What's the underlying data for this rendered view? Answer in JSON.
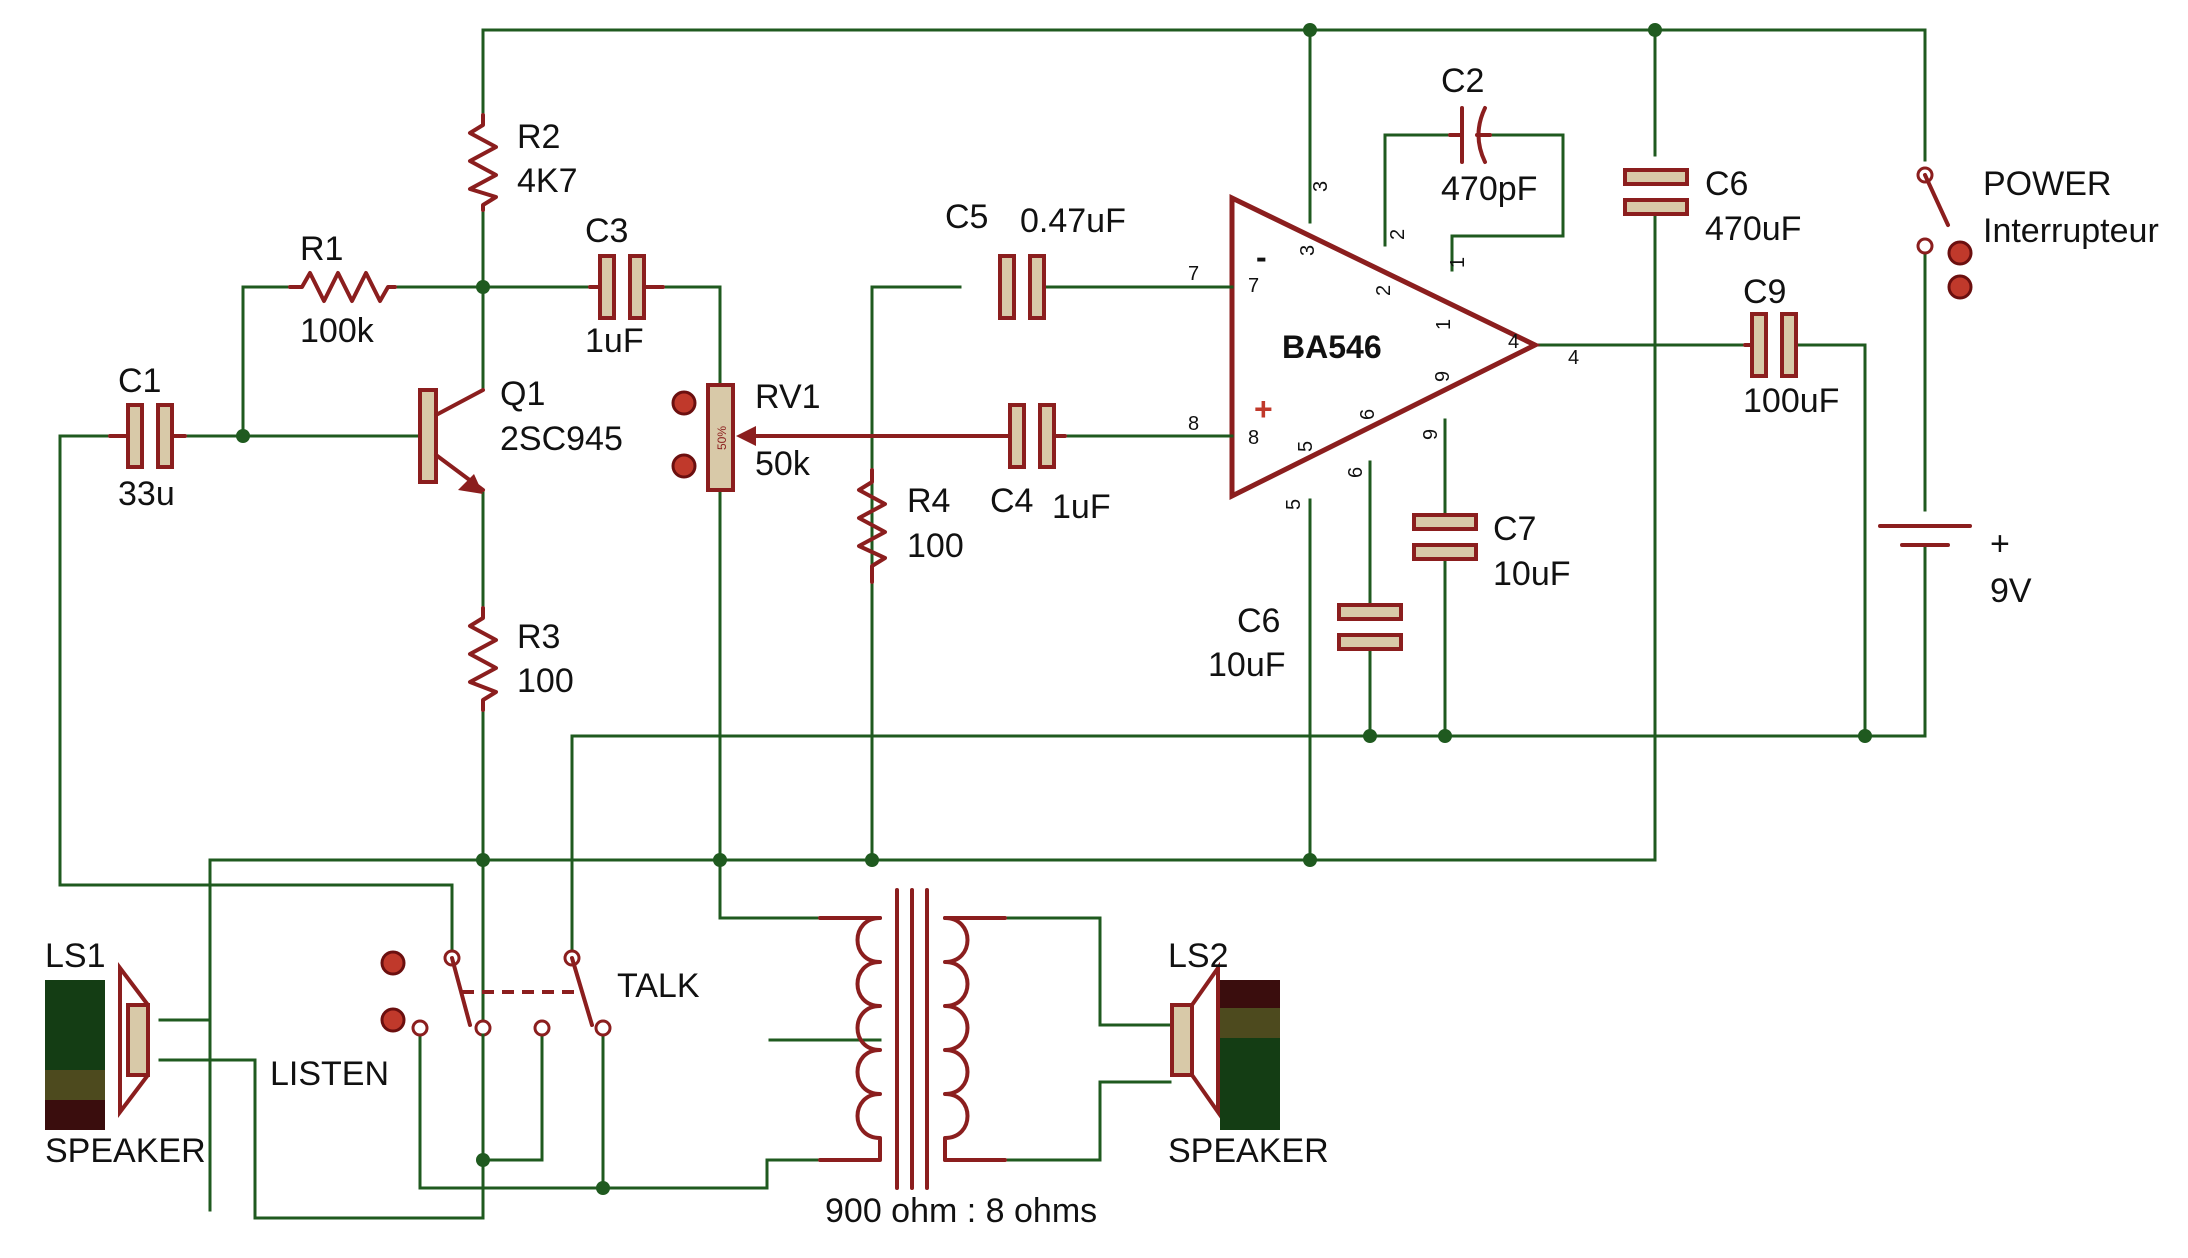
{
  "components": {
    "R1": {
      "ref": "R1",
      "value": "100k"
    },
    "R2": {
      "ref": "R2",
      "value": "4K7"
    },
    "R3": {
      "ref": "R3",
      "value": "100"
    },
    "R4": {
      "ref": "R4",
      "value": "100"
    },
    "C1": {
      "ref": "C1",
      "value": "33u"
    },
    "C2": {
      "ref": "C2",
      "value": "470pF"
    },
    "C3": {
      "ref": "C3",
      "value": "1uF"
    },
    "C4": {
      "ref": "C4",
      "value": "1uF"
    },
    "C5": {
      "ref": "C5",
      "value": "0.47uF"
    },
    "C6a": {
      "ref": "C6",
      "value": "470uF"
    },
    "C6b": {
      "ref": "C6",
      "value": "10uF"
    },
    "C7": {
      "ref": "C7",
      "value": "10uF"
    },
    "C9": {
      "ref": "C9",
      "value": "100uF"
    },
    "Q1": {
      "ref": "Q1",
      "value": "2SC945"
    },
    "RV1": {
      "ref": "RV1",
      "value": "50k",
      "wiper": "50%"
    },
    "U1": {
      "part": "BA546",
      "minus": "-",
      "plus": "+"
    },
    "power_switch": {
      "ref": "POWER",
      "value": "Interrupteur"
    },
    "battery": {
      "polarity": "+",
      "value": "9V"
    },
    "talk_switch": {
      "talk": "TALK",
      "listen": "LISTEN"
    },
    "LS1": {
      "ref": "LS1",
      "type": "SPEAKER"
    },
    "LS2": {
      "ref": "LS2",
      "type": "SPEAKER"
    },
    "transformer": {
      "ratio": "900 ohm : 8 ohms"
    }
  },
  "pins": {
    "p1": "1",
    "p2": "2",
    "p3": "3",
    "p4": "4",
    "p5": "5",
    "p6": "6",
    "p7": "7",
    "p8": "8",
    "p9": "9"
  },
  "colors": {
    "wire": "#1f5a1f",
    "component": "#8b1e1e",
    "fill": "#d8c9a8"
  }
}
